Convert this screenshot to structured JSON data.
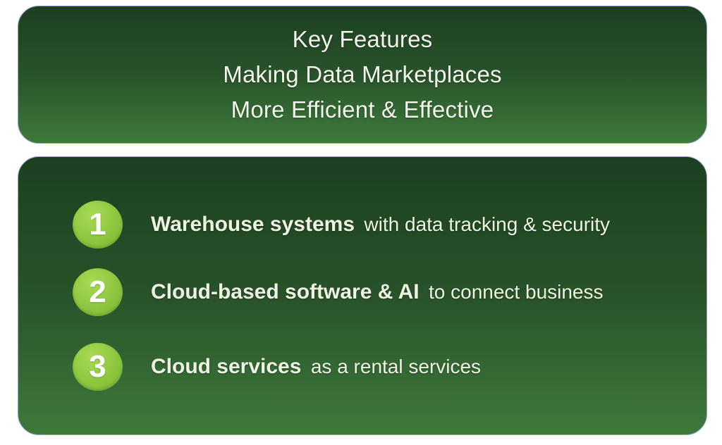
{
  "slide": {
    "title_box": {
      "lines": [
        "Key Features",
        "Making Data Marketplaces",
        "More Efficient & Effective"
      ]
    },
    "features_box": {
      "items": [
        {
          "number": "1",
          "title": "Warehouse systems",
          "description": "with data tracking & security"
        },
        {
          "number": "2",
          "title": "Cloud-based software & AI",
          "description": "to connect business"
        },
        {
          "number": "3",
          "title": "Cloud services",
          "description": "as a rental services"
        }
      ]
    },
    "colors": {
      "page_background": "#ffffff",
      "box_gradient_top": "#1d4020",
      "box_gradient_bottom": "#3e7a3c",
      "box_border": "#97a3ce",
      "bullet_green": "#8dc63f",
      "text": "#f3f7ec"
    }
  }
}
